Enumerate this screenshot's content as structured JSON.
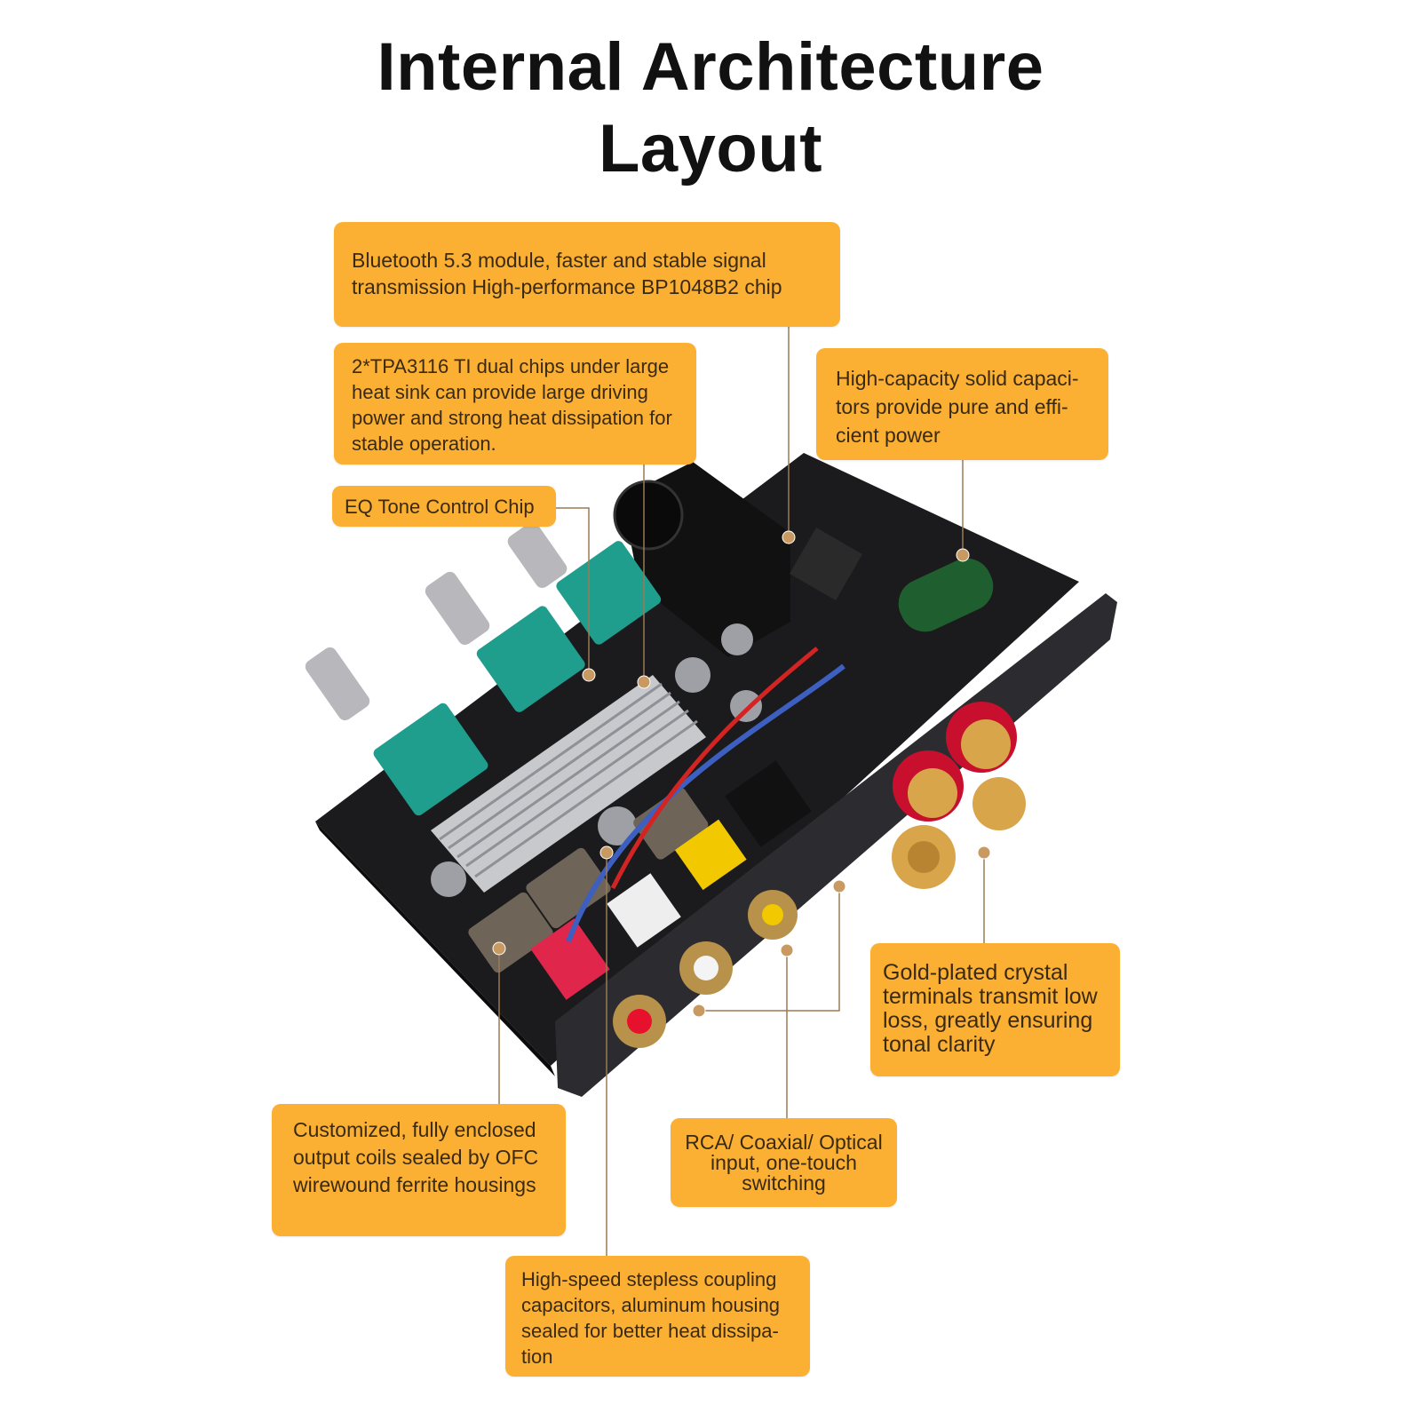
{
  "title": {
    "line1": "Internal Architecture",
    "line2": "Layout"
  },
  "callouts": {
    "bluetooth": "Bluetooth 5.3 module, faster and stable signal transmission High-performance BP1048B2 chip",
    "amp_chips": "2*TPA3116 TI dual chips under large heat sink can provide large driving power and strong heat dissipation for stable operation.",
    "capacitors": "High-capacity solid capaci-tors provide pure and effi-cient power",
    "eq_chip": "EQ Tone Control Chip",
    "terminals": "Gold-plated crystal terminals transmit low loss, greatly ensuring tonal clarity",
    "output_coils": "Customized, fully enclosed output coils sealed by OFC wirewound ferrite housings",
    "inputs": "RCA/ Coaxial/ Optical input, one-touch switching",
    "coupling_caps": "High-speed stepless coupling capacitors, aluminum housing sealed for better heat dissipa-tion"
  },
  "colors": {
    "callout_bg": "#fbb034",
    "leader": "#9a7a55",
    "pcb": "#1b1b1d",
    "panel": "#2c2c30",
    "heatsink": "#c8c9cc",
    "knob_body": "#1f9e8e"
  }
}
